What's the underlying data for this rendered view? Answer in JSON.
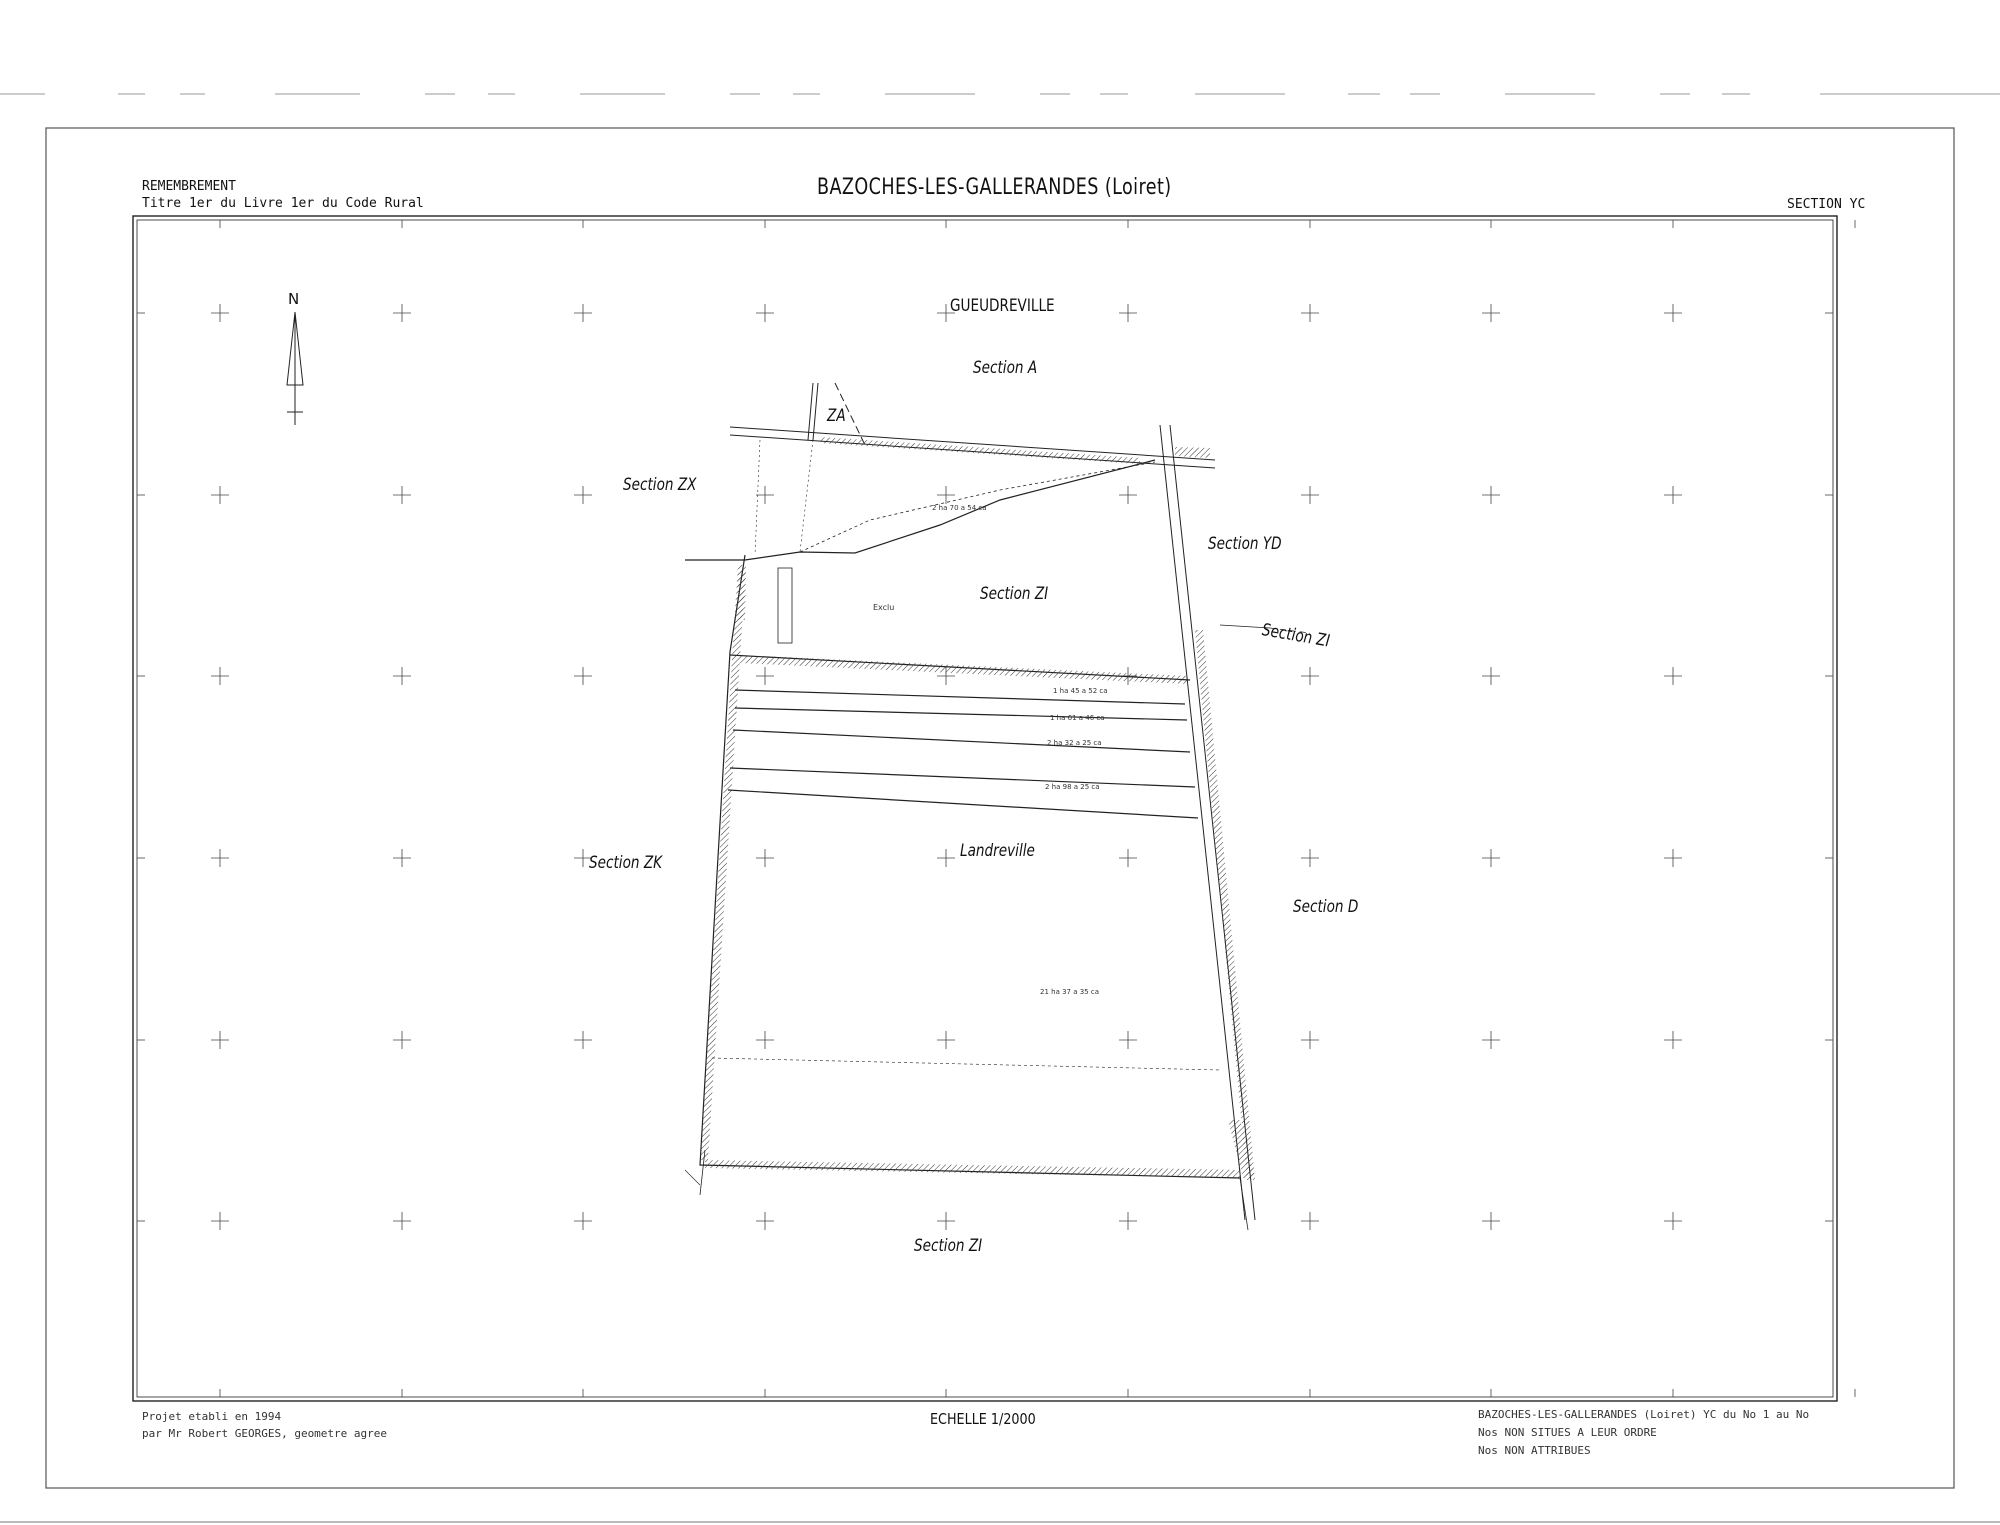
{
  "header": {
    "left_line1": "REMEMBREMENT",
    "left_line2": "Titre 1er du Livre 1er du Code Rural",
    "title": "BAZOCHES-LES-GALLERANDES (Loiret)",
    "section": "SECTION YC"
  },
  "map": {
    "north": "N",
    "locality_top": "GUEUDREVILLE",
    "locality_center": "Landreville",
    "sections": {
      "a": "Section A",
      "za": "ZA",
      "zx": "Section ZX",
      "yd": "Section YD",
      "zi_upper": "Section ZI",
      "zi_right": "Section ZI",
      "zk": "Section ZK",
      "d": "Section D",
      "zi_bottom": "Section ZI"
    },
    "exclu": "Exclu",
    "parcels": [
      {
        "area": "2 ha 70 a 54 ca"
      },
      {
        "area": "1 ha 45 a 52 ca"
      },
      {
        "area": "1 ha 61 a 46 ca"
      },
      {
        "area": "2 ha 32 a 25 ca"
      },
      {
        "area": "2 ha 98 a 25 ca"
      },
      {
        "area": "21 ha 37 a 35 ca"
      }
    ]
  },
  "footer": {
    "left_line1": "Projet etabli en 1994",
    "left_line2": "par Mr Robert GEORGES, geometre agree",
    "scale": "ECHELLE 1/2000",
    "right_line1": "BAZOCHES-LES-GALLERANDES (Loiret) YC du No 1 au No",
    "right_line2": "Nos NON SITUES A LEUR ORDRE",
    "right_line3": "Nos NON ATTRIBUES"
  }
}
